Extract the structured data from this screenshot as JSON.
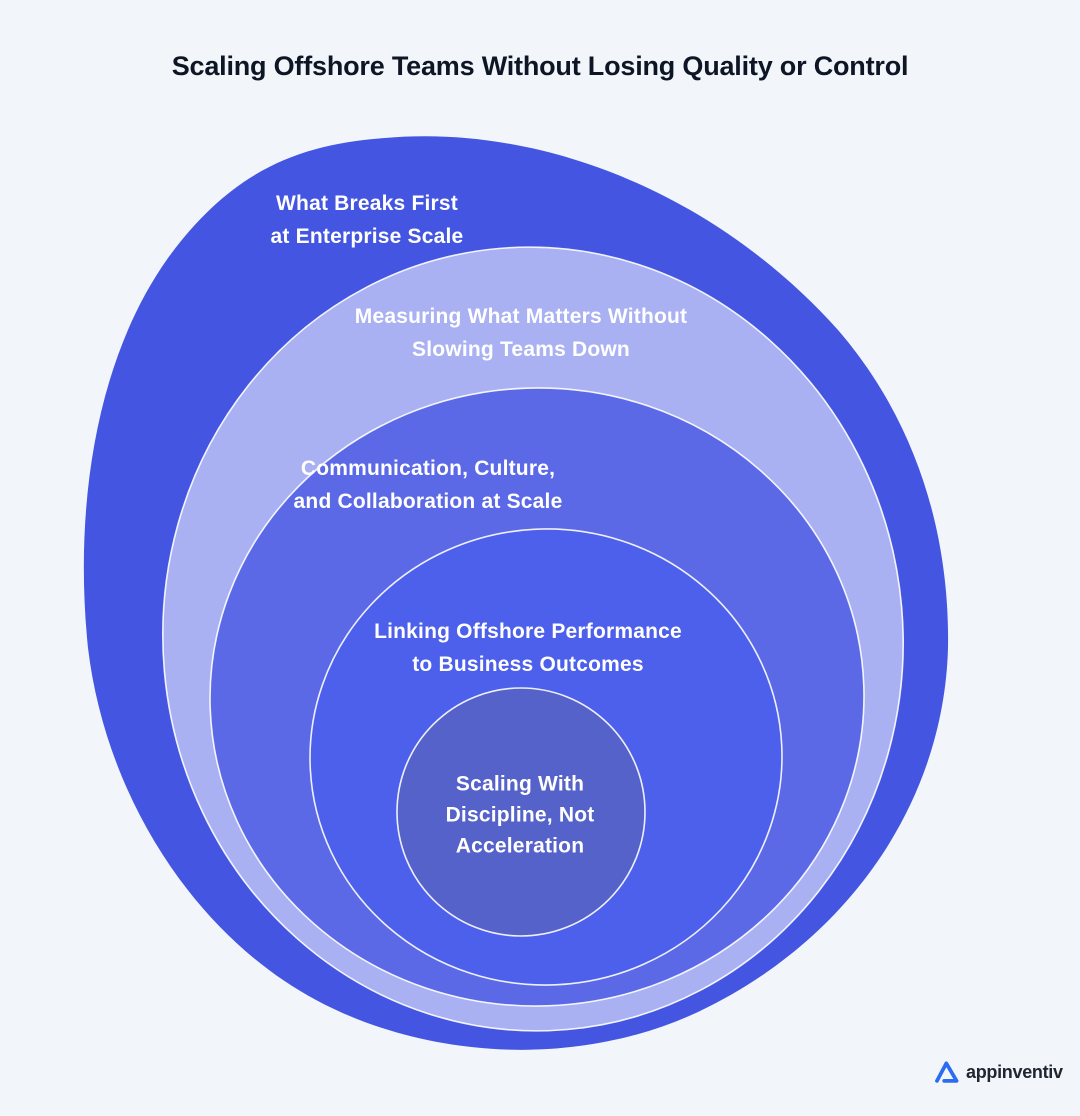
{
  "title": "Scaling Offshore Teams Without Losing Quality or Control",
  "colors": {
    "background": "#f2f6fa",
    "title_text": "#0e1525",
    "label_text": "#ffffff",
    "ring_outline": "#ffffff"
  },
  "diagram": {
    "type": "nested-onion",
    "layers": [
      {
        "name": "what-breaks-first",
        "color": "#4456e1",
        "lines": [
          "What Breaks First",
          "at Enterprise Scale"
        ]
      },
      {
        "name": "measuring-what-matters",
        "color": "#a9b1f2",
        "lines": [
          "Measuring What Matters Without",
          "Slowing Teams Down"
        ]
      },
      {
        "name": "communication-culture",
        "color": "#5b69e7",
        "lines": [
          "Communication, Culture,",
          "and Collaboration at Scale"
        ]
      },
      {
        "name": "linking-performance",
        "color": "#4c60eb",
        "lines": [
          "Linking Offshore Performance",
          "to Business Outcomes"
        ]
      },
      {
        "name": "scaling-with-discipline",
        "color": "#5562c9",
        "lines": [
          "Scaling With",
          "Discipline, Not",
          "Acceleration"
        ]
      }
    ]
  },
  "logo": {
    "text": "appinventiv",
    "icon_color": "#2b6cf0",
    "text_color": "#20262f"
  }
}
